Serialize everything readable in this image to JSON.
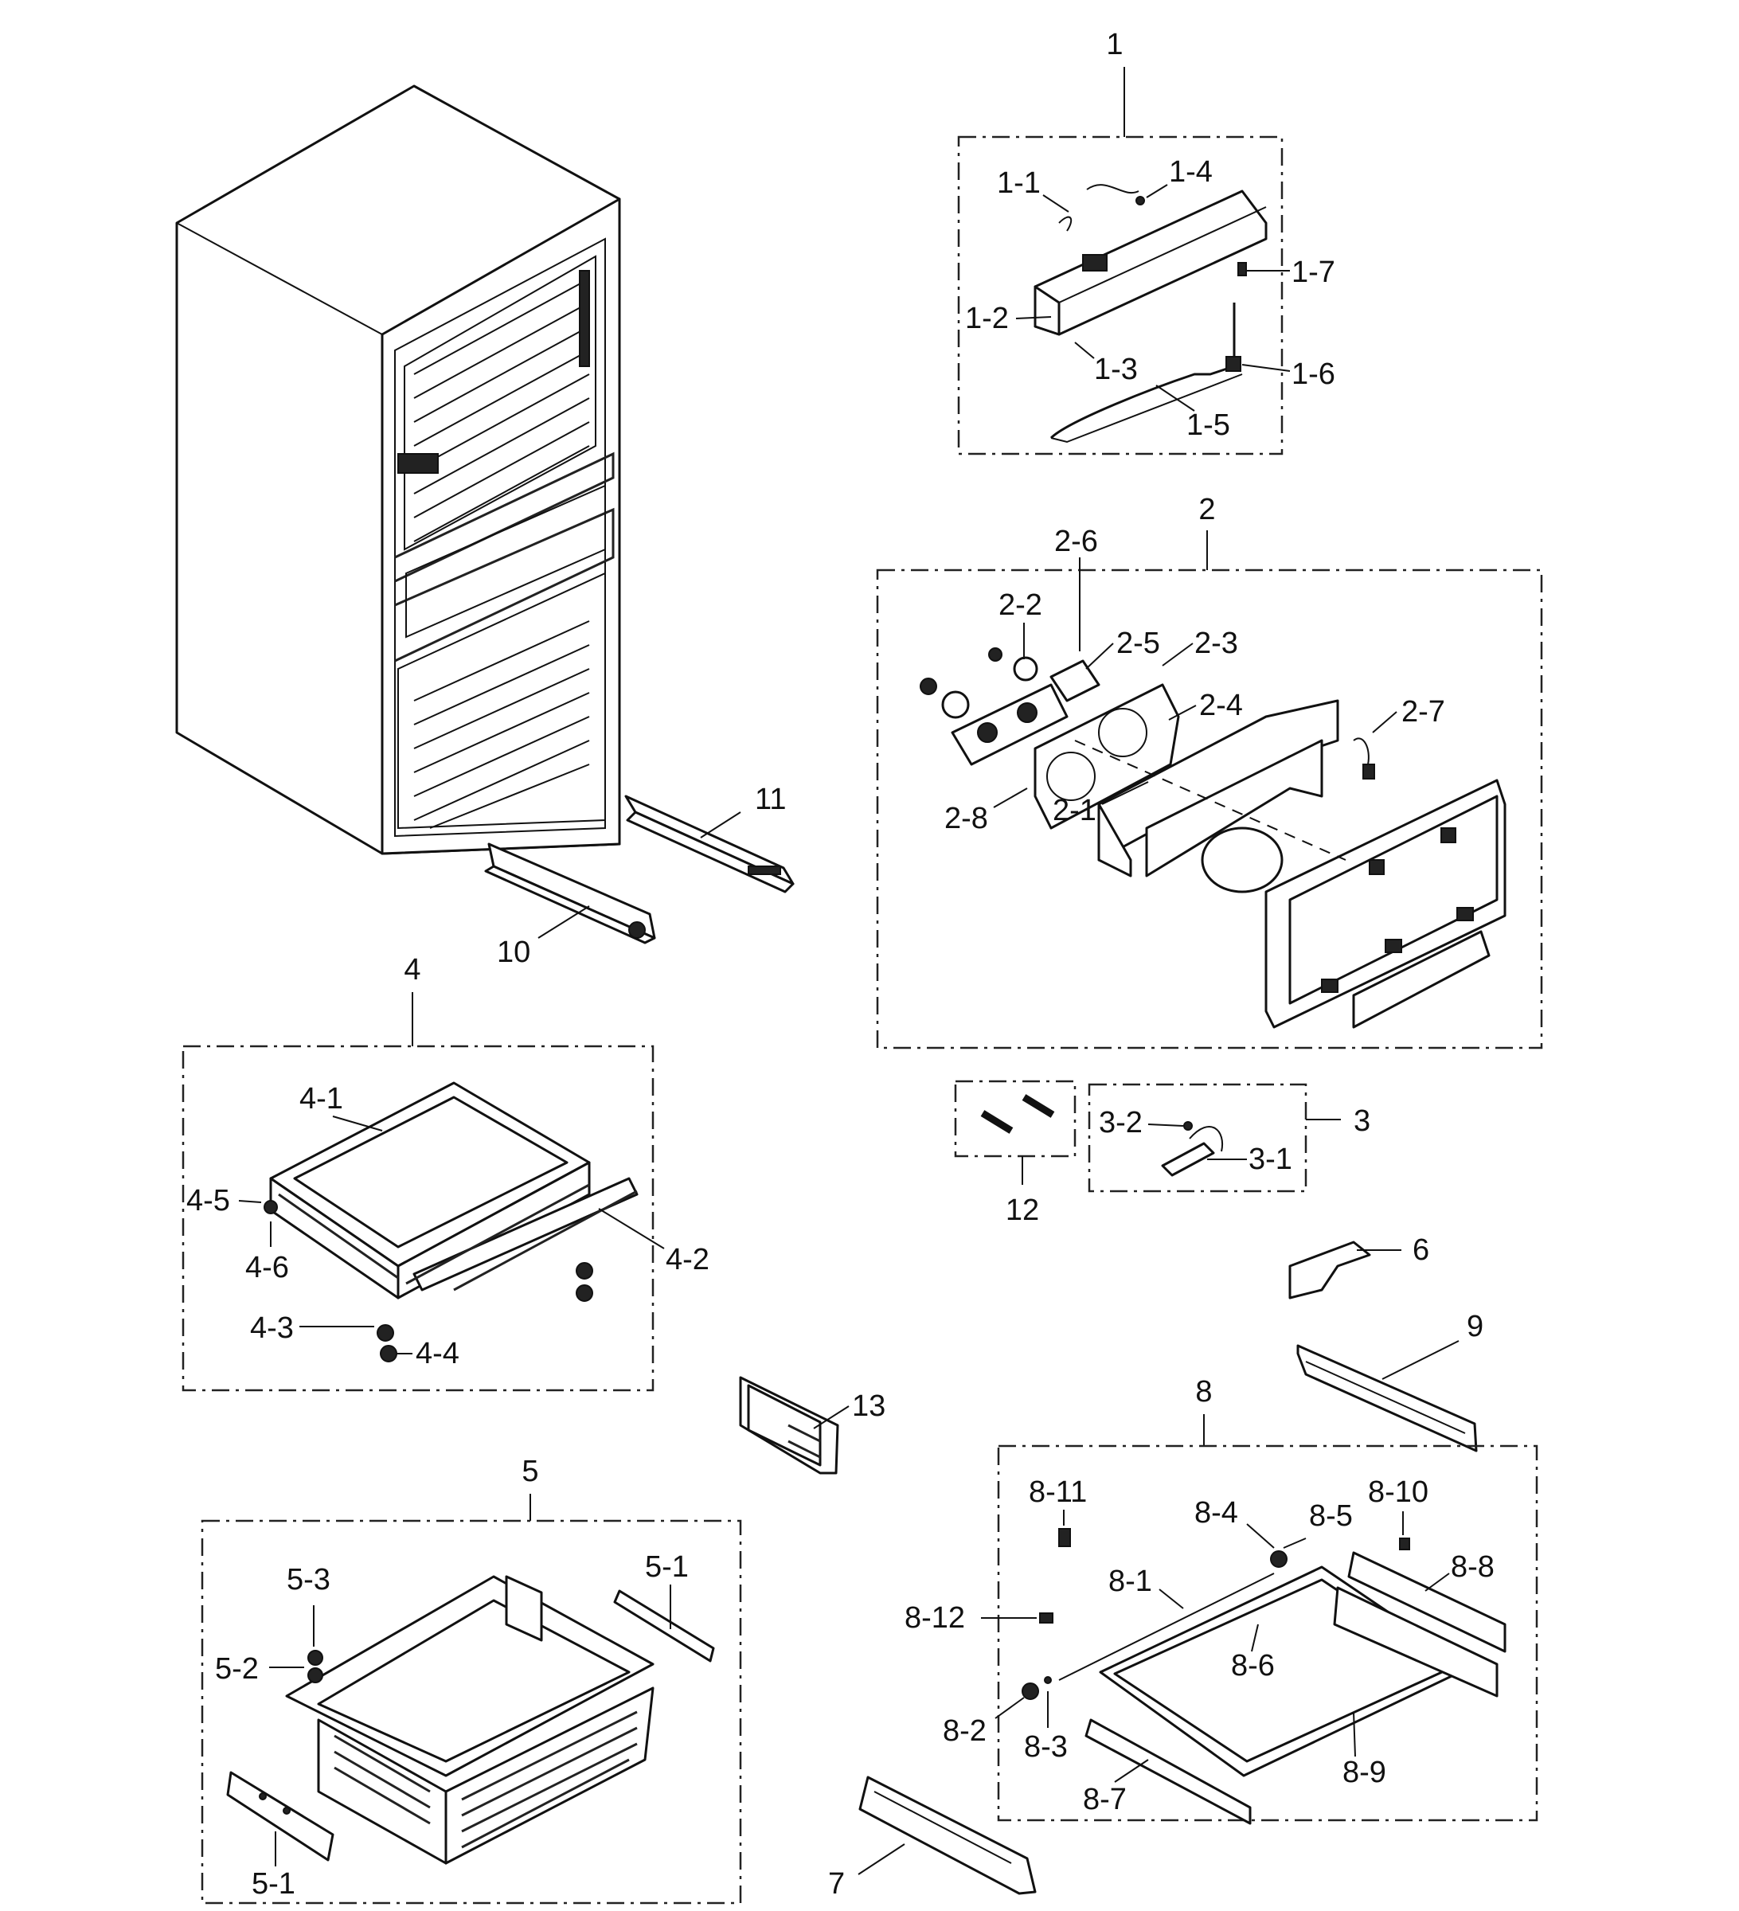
{
  "labels": {
    "l1": "1",
    "l1_1": "1-1",
    "l1_2": "1-2",
    "l1_3": "1-3",
    "l1_4": "1-4",
    "l1_5": "1-5",
    "l1_6": "1-6",
    "l1_7": "1-7",
    "l2": "2",
    "l2_1": "2-1",
    "l2_2": "2-2",
    "l2_3": "2-3",
    "l2_4": "2-4",
    "l2_5": "2-5",
    "l2_6": "2-6",
    "l2_7": "2-7",
    "l2_8": "2-8",
    "l3": "3",
    "l3_1": "3-1",
    "l3_2": "3-2",
    "l4": "4",
    "l4_1": "4-1",
    "l4_2": "4-2",
    "l4_3": "4-3",
    "l4_4": "4-4",
    "l4_5": "4-5",
    "l4_6": "4-6",
    "l5": "5",
    "l5_1a": "5-1",
    "l5_1b": "5-1",
    "l5_2": "5-2",
    "l5_3": "5-3",
    "l6": "6",
    "l7": "7",
    "l8": "8",
    "l8_1": "8-1",
    "l8_2": "8-2",
    "l8_3": "8-3",
    "l8_4": "8-4",
    "l8_5": "8-5",
    "l8_6": "8-6",
    "l8_7": "8-7",
    "l8_8": "8-8",
    "l8_9": "8-9",
    "l8_10": "8-10",
    "l8_11": "8-11",
    "l8_12": "8-12",
    "l9": "9",
    "l10": "10",
    "l11": "11",
    "l12": "12",
    "l13": "13"
  },
  "icons": {
    "cabinet": "refrigerator-cabinet-icon",
    "drawer": "drawer-basket-icon",
    "fan": "fan-assembly-icon",
    "shelf": "shelf-icon",
    "rail": "rail-icon"
  }
}
